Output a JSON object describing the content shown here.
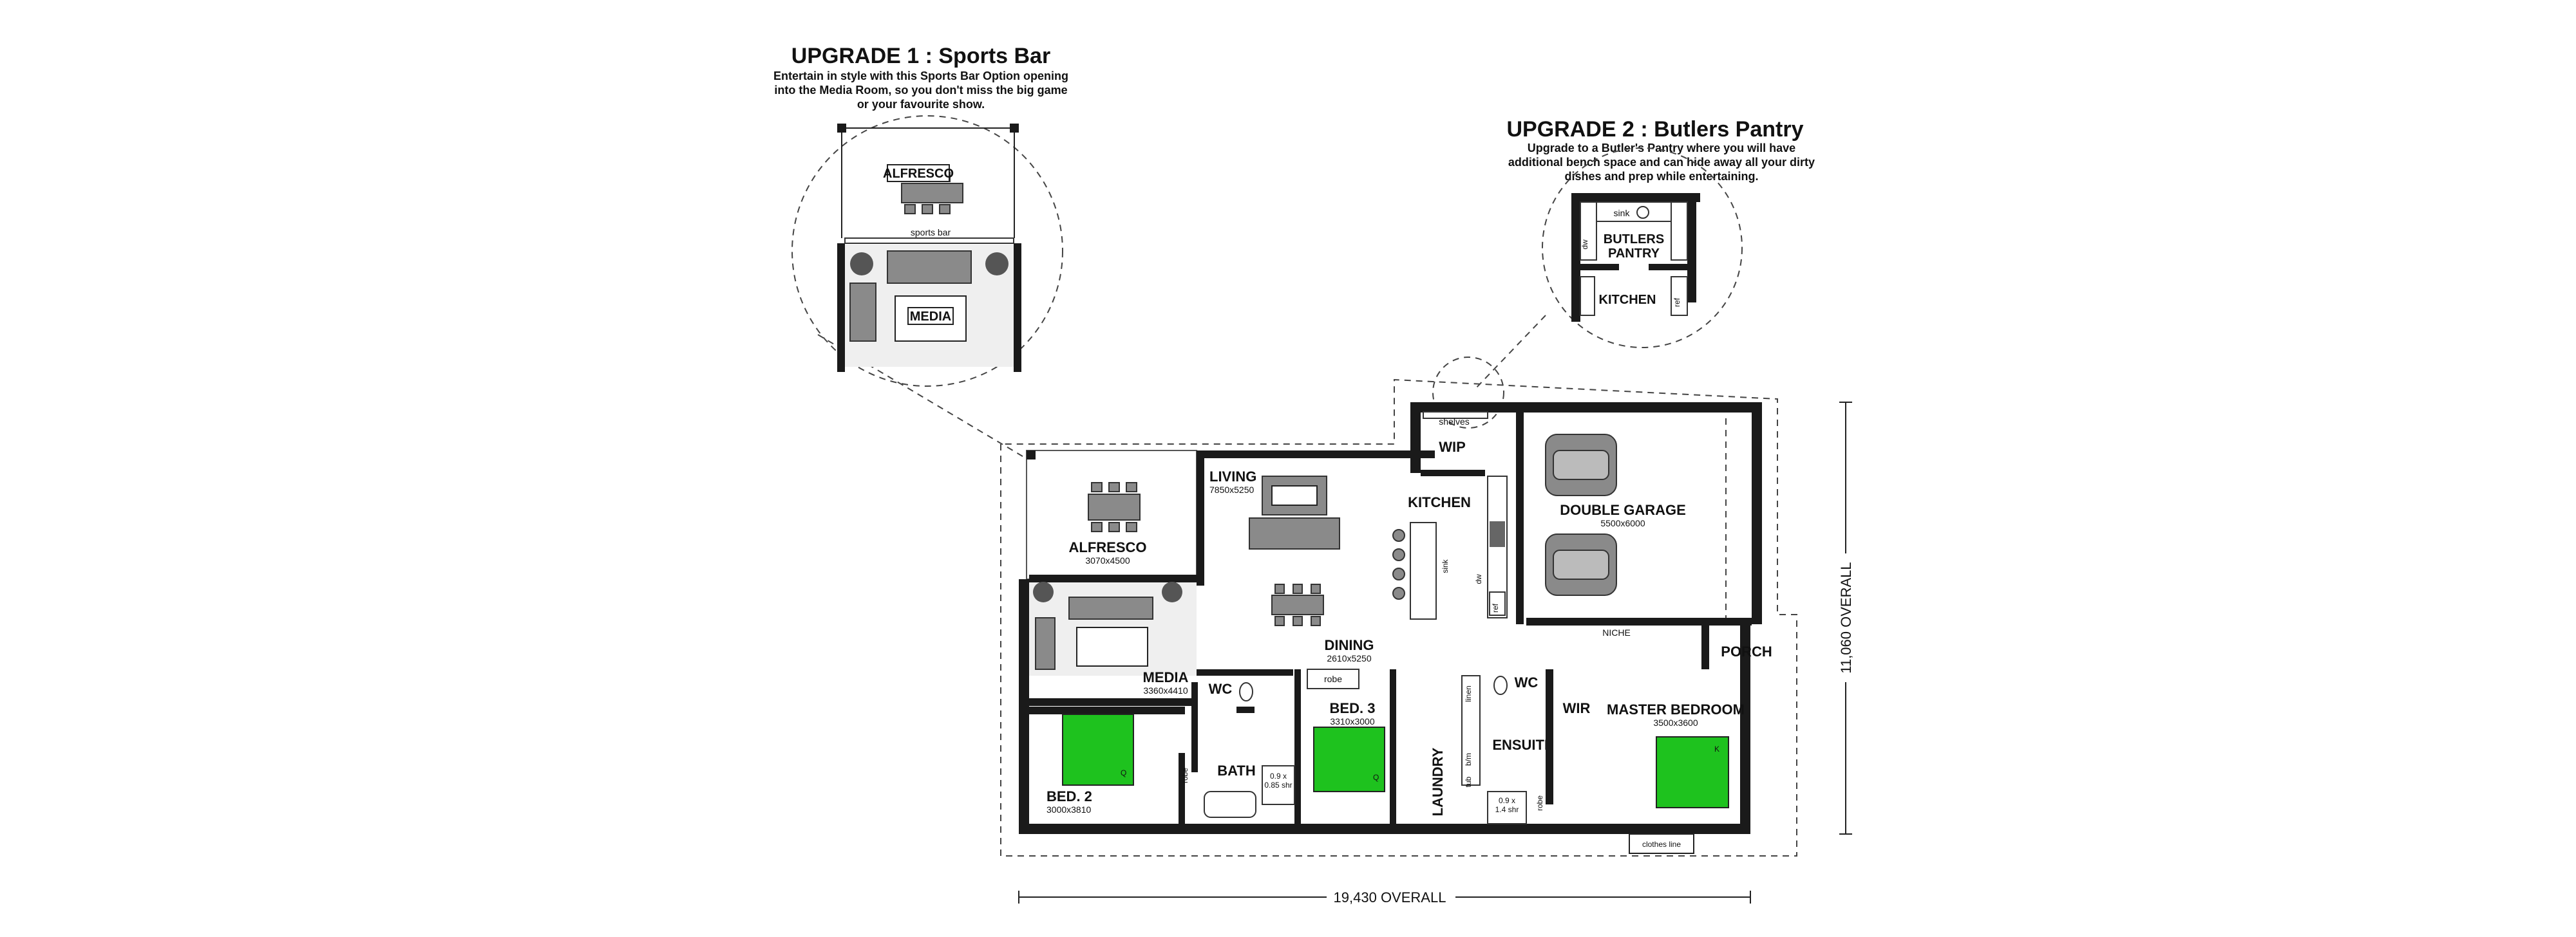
{
  "upgrade1": {
    "title": "UPGRADE 1 : Sports Bar",
    "desc_line1": "Entertain in style with this Sports Bar Option opening",
    "desc_line2": "into the Media Room, so you don't miss the big game",
    "desc_line3": "or your favourite show.",
    "label_alfresco": "ALFRESCO",
    "label_sports_bar": "sports bar",
    "label_media": "MEDIA"
  },
  "upgrade2": {
    "title": "UPGRADE 2 : Butlers Pantry",
    "desc_line1": "Upgrade to a Butler's Pantry where you will have",
    "desc_line2": "additional bench space and can hide away all your dirty",
    "desc_line3": "dishes and prep while entertaining.",
    "label_sink": "sink",
    "label_butlers": "BUTLERS",
    "label_pantry": "PANTRY",
    "label_kitchen": "KITCHEN",
    "label_dw": "dw",
    "label_ref": "ref"
  },
  "rooms": {
    "living": {
      "name": "LIVING",
      "size": "7850x5250"
    },
    "alfresco": {
      "name": "ALFRESCO",
      "size": "3070x4500"
    },
    "media": {
      "name": "MEDIA",
      "size": "3360x4410"
    },
    "dining": {
      "name": "DINING",
      "size": "2610x5250"
    },
    "kitchen": {
      "name": "KITCHEN"
    },
    "wip": {
      "name": "WIP"
    },
    "shelves": "shelves",
    "garage": {
      "name": "DOUBLE GARAGE",
      "size": "5500x6000"
    },
    "niche": "NICHE",
    "porch": "PORCH",
    "wc1": "WC",
    "wc2": "WC",
    "robe": "robe",
    "bed3": {
      "name": "BED. 3",
      "size": "3310x3000"
    },
    "bed2": {
      "name": "BED. 2",
      "size": "3000x3810"
    },
    "bath": "BATH",
    "shr1": {
      "line1": "0.9 x",
      "line2": "0.85 shr"
    },
    "laundry": "LAUNDRY",
    "linen": "linen",
    "bm": "b/m",
    "tub": "tub",
    "ensuite": "ENSUITE",
    "shr2": {
      "line1": "0.9 x",
      "line2": "1.4 shr"
    },
    "wir": "WIR",
    "master": {
      "name": "MASTER BEDROOM",
      "size": "3500x3600"
    },
    "sink": "sink",
    "dw": "dw",
    "ref": "ref",
    "robe_v": "robe",
    "q": "Q",
    "k": "K",
    "clothes_line": "clothes line"
  },
  "dimensions": {
    "overall_width": "19,430 OVERALL",
    "overall_depth": "11,060 OVERALL"
  },
  "colors": {
    "bed": "#1ec21e",
    "wall": "#1a1a1a",
    "furniture": "#8a8a8a"
  }
}
